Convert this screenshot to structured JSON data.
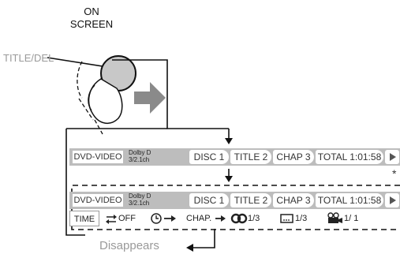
{
  "labels": {
    "on_screen_line1": "ON",
    "on_screen_line2": "SCREEN",
    "title_del": "TITLE/DEL",
    "disappears": "Disappears",
    "asterisk": "*"
  },
  "info_bar": {
    "media": "DVD-VIDEO",
    "audio_line1": "Dolby D",
    "audio_line2": "3/2.1ch",
    "disc": "DISC 1",
    "title": "TITLE  2",
    "chapter": "CHAP  3",
    "total": "TOTAL  1:01:58"
  },
  "detail_row": {
    "time": "TIME",
    "repeat": "OFF",
    "chap": "CHAP.",
    "audio": "1/3",
    "subtitle": "1/3",
    "angle": "1/ 1"
  },
  "colors": {
    "bar_gray": "#bdbdbd",
    "label_gray": "#9a9a9a"
  },
  "icons": [
    "repeat-icon",
    "clock-icon",
    "right-arrow-icon",
    "audio-icon",
    "subtitle-icon",
    "camera-angle-icon",
    "play-icon"
  ]
}
